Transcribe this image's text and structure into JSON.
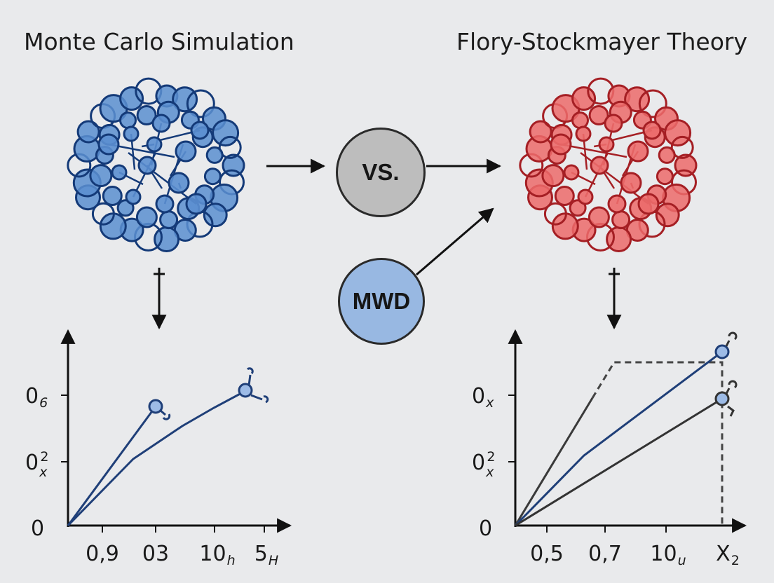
{
  "titles": {
    "left": "Monte Carlo Simulation",
    "right": "Flory-Stockmayer Theory"
  },
  "nodes": {
    "vs": "VS.",
    "mwd": "MWD"
  },
  "left_plot": {
    "y_ticks": [
      {
        "base": "0",
        "sub": "",
        "sup": ""
      },
      {
        "base": "0",
        "sub": "x",
        "sup": "2"
      },
      {
        "base": "0",
        "sub": "6",
        "sup": ""
      }
    ],
    "x_ticks": [
      {
        "base": "0,9",
        "sub": ""
      },
      {
        "base": "03",
        "sub": ""
      },
      {
        "base": "10",
        "sub": "h"
      },
      {
        "base": "5",
        "sub": "H"
      }
    ]
  },
  "right_plot": {
    "y_ticks": [
      {
        "base": "0",
        "sub": "",
        "sup": ""
      },
      {
        "base": "0",
        "sub": "x",
        "sup": "2"
      },
      {
        "base": "0",
        "sub": "x",
        "sup": ""
      }
    ],
    "x_ticks": [
      {
        "base": "0,5",
        "sub": ""
      },
      {
        "base": "0,7",
        "sub": ""
      },
      {
        "base": "10",
        "sub": "u"
      },
      {
        "base": "X",
        "sub": "2"
      }
    ]
  },
  "colors": {
    "background": "#e9eaec",
    "blue_fill": "#5b8fd0",
    "blue_stroke": "#143a78",
    "red_fill": "#ec6b6b",
    "red_stroke": "#a51f24",
    "vs_fill": "#bdbdbd",
    "mwd_fill": "#98b8e2",
    "curve_blue": "#1f3f78",
    "curve_dark": "#333333"
  }
}
